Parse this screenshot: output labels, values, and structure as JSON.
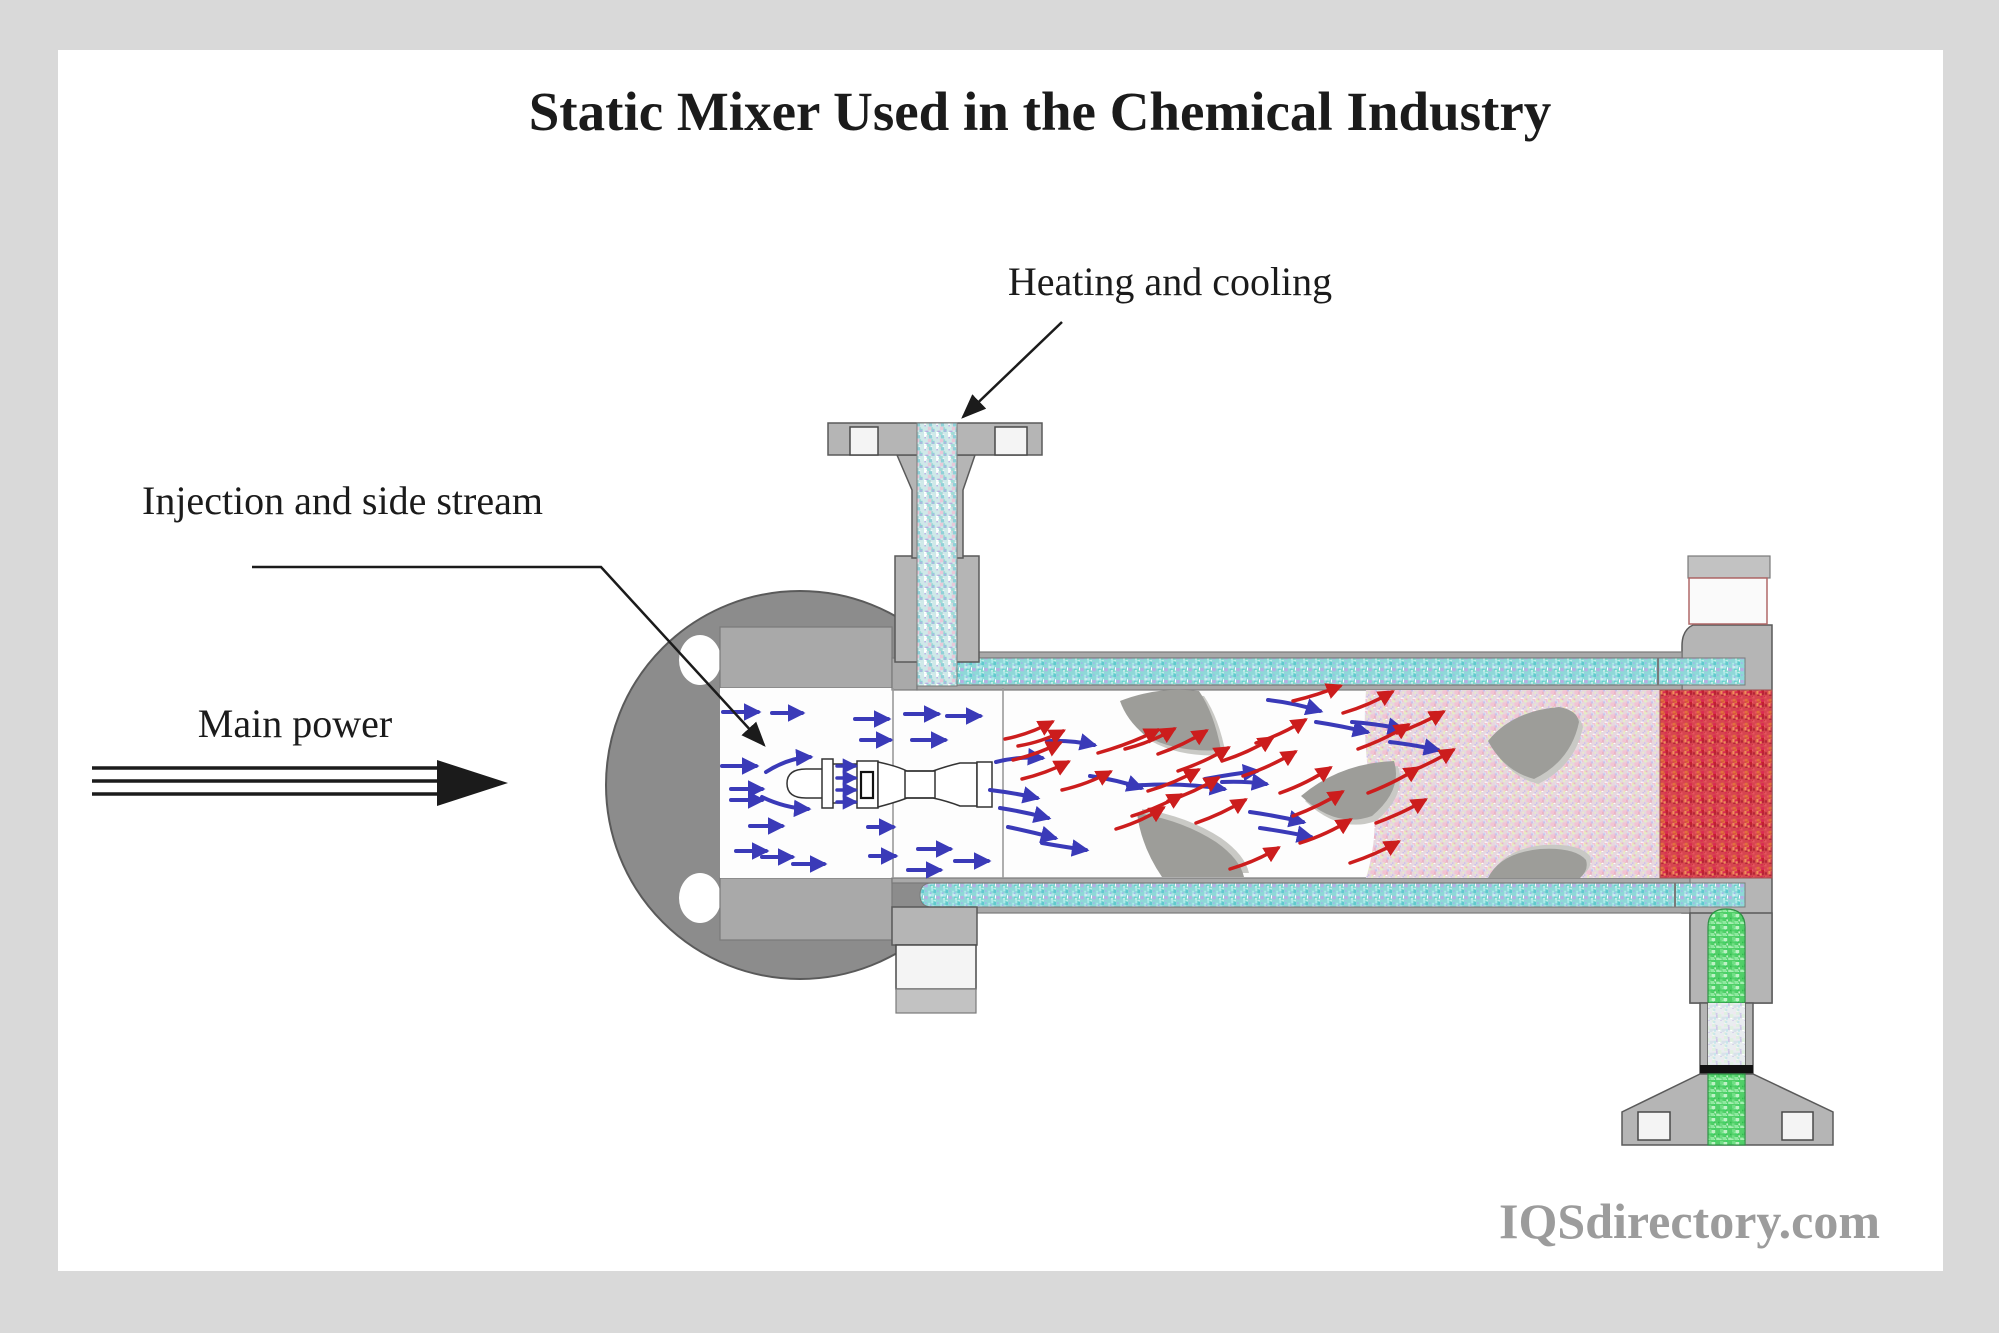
{
  "title": "Static Mixer Used in the Chemical Industry",
  "watermark": "IQSdirectory.com",
  "labels": {
    "heating_cooling": "Heating and cooling",
    "injection": "Injection and side stream",
    "main_power": "Main power"
  },
  "colors": {
    "bg": "#d9d9d9",
    "card": "#ffffff",
    "ink": "#1b1b1b",
    "watermark": "#9c9c9c",
    "metal_dark": "#8c8c8c",
    "metal_mid": "#a9a9a9",
    "metal_body": "#b5b5b5",
    "metal_light": "#c2c2c2",
    "outline": "#5a5a5a",
    "outline_soft": "#7a7a7a",
    "bolt_white": "#f4f4f4",
    "channel": "#fdfdfd",
    "flow_blue": "#3a3ab8",
    "flow_red": "#cc1d1d",
    "blade": "#9d9d99",
    "blade_edge": "#c9c9c5",
    "gasket_stroke": "#b06868",
    "black_band": "#111111"
  },
  "textures": {
    "jacket": {
      "base": "#8ed8d8",
      "dots": [
        "#5fc9cf",
        "#aee9ea",
        "#b7ade2",
        "#ffffff",
        "#79dcc8",
        "#cfeef0",
        "#9fb7e8"
      ],
      "seed": 7,
      "density": 16
    },
    "inlet": {
      "base": "#cfe9e9",
      "dots": [
        "#ffffff",
        "#9fdcd8",
        "#b7ade2",
        "#e8c8d8",
        "#bfe9e4",
        "#8fd0d8"
      ],
      "seed": 11,
      "density": 16
    },
    "mixed": {
      "base": "#e7d7de",
      "dots": [
        "#ffffff",
        "#f2c3d4",
        "#cbc0ea",
        "#e4efc6",
        "#f6e3ae",
        "#eab4c6",
        "#d9e6f2"
      ],
      "seed": 23,
      "density": 18
    },
    "product": {
      "base": "#d6454f",
      "dots": [
        "#c21f2f",
        "#e2703d",
        "#b42438",
        "#ef8f5a",
        "#d92a52",
        "#e85560"
      ],
      "seed": 5,
      "density": 22
    },
    "outlet": {
      "base": "#51cf68",
      "dots": [
        "#2fbf4f",
        "#8fe9a0",
        "#bff2c6",
        "#3ed468",
        "#70df85",
        "#a5eeb2"
      ],
      "seed": 13,
      "density": 18
    },
    "gasket": {
      "base": "#e9edf0",
      "dots": [
        "#ffffff",
        "#d8e2ea",
        "#cfc8e8",
        "#dff0e0",
        "#f2e6f0",
        "#c8e6ea"
      ],
      "seed": 29,
      "density": 16
    }
  }
}
